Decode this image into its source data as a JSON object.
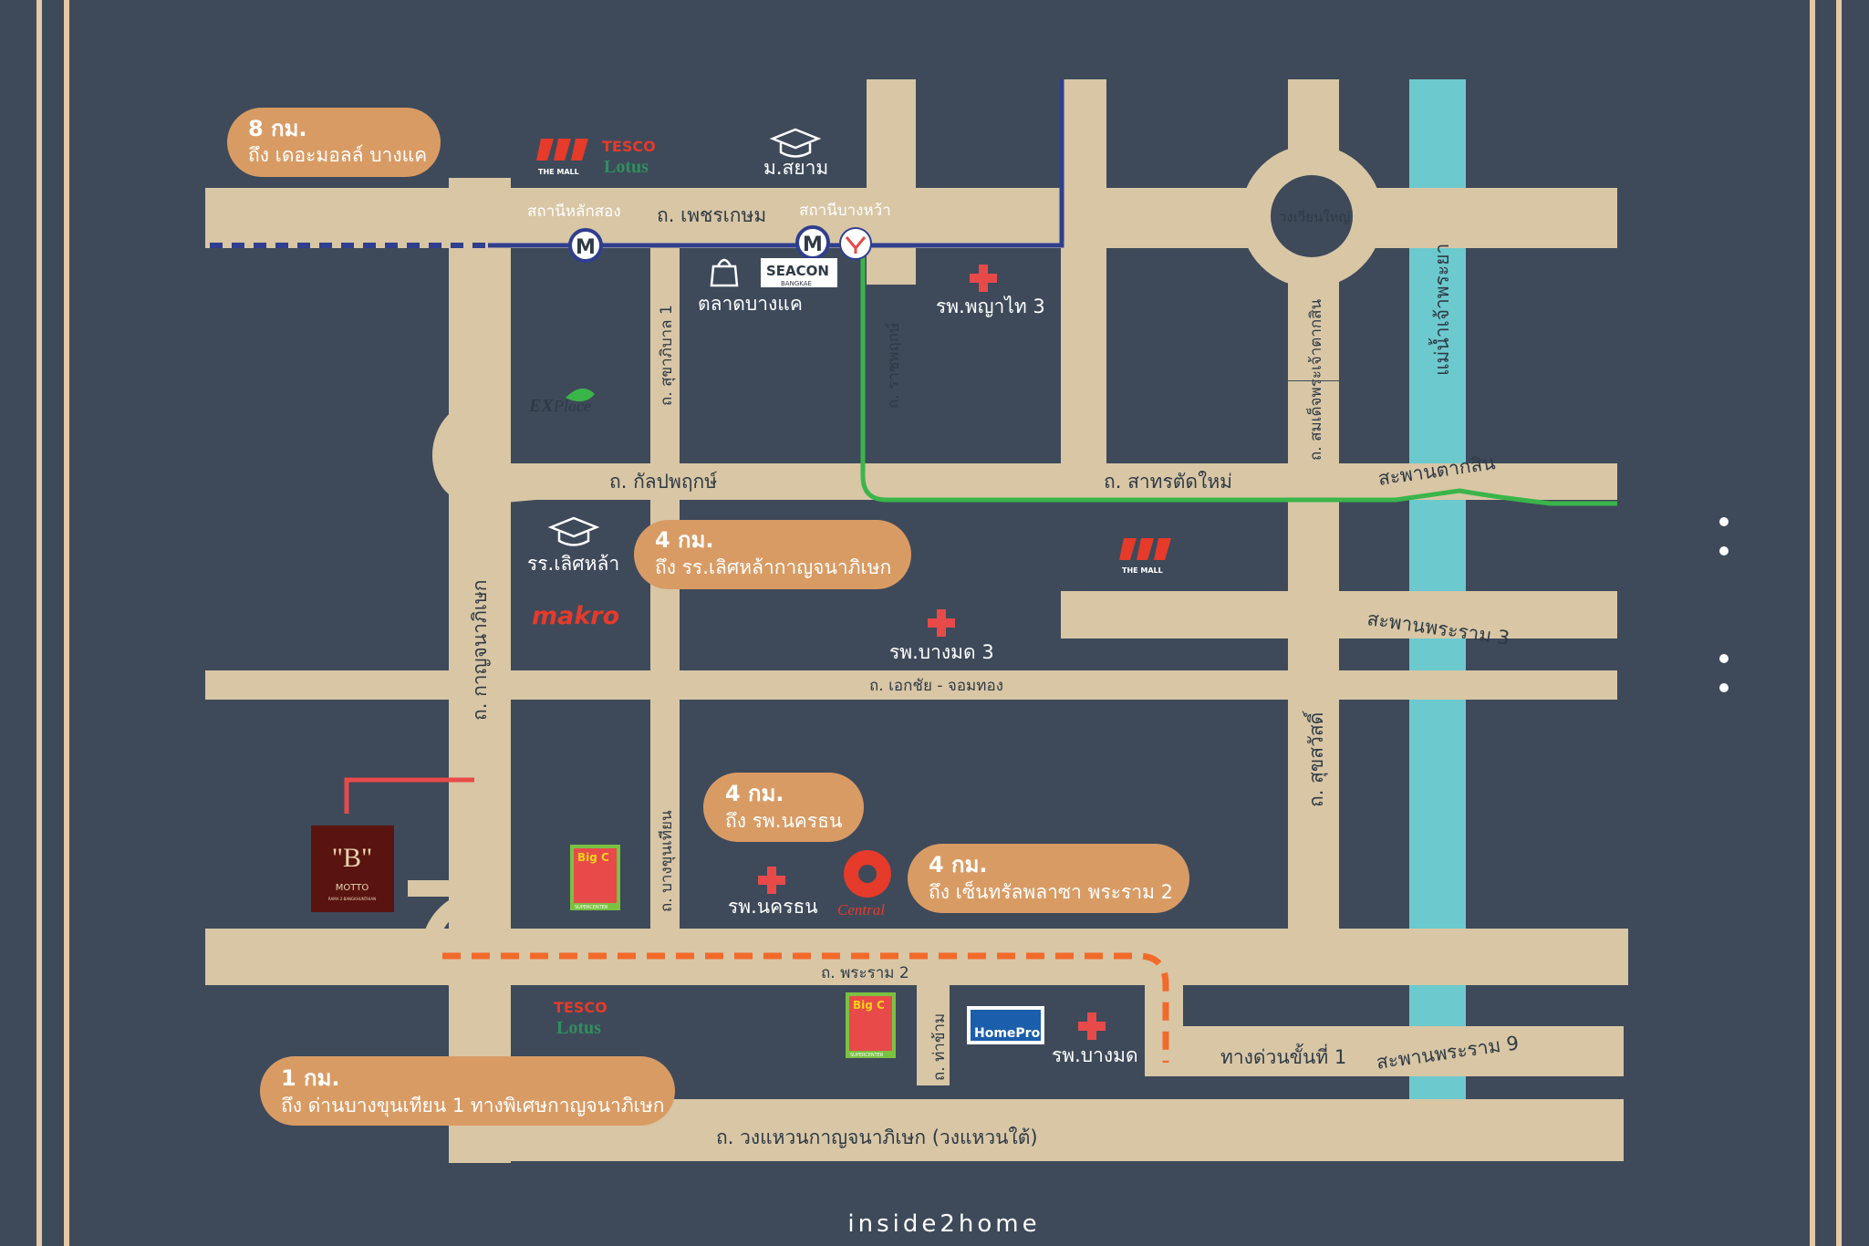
{
  "colors": {
    "background": "#3e4a5a",
    "road": "#d8c6a5",
    "callout": "#d99b64",
    "river": "#6cc9cd",
    "bts_line": "#2f3e8e",
    "arl_line": "#3ab54a",
    "route_dash": "#f26a2a",
    "hospital": "#e84a4a"
  },
  "callouts": [
    {
      "distance": "8 กม.",
      "text": "ถึง เดอะมอลล์ บางแค"
    },
    {
      "distance": "4 กม.",
      "text": "ถึง รร.เลิศหล้ากาญจนาภิเษก"
    },
    {
      "distance": "4 กม.",
      "text": "ถึง รพ.นครธน"
    },
    {
      "distance": "4 กม.",
      "text": "ถึง เซ็นทรัลพลาซา พระราม 2"
    },
    {
      "distance": "1 กม.",
      "text": "ถึง ด่านบางขุนเทียน 1 ทางพิเศษกาญจนาภิเษก"
    }
  ],
  "roads": {
    "phetkasem": "ถ. เพชรเกษม",
    "kanlapaphruek": "ถ. กัลปพฤกษ์",
    "sathon_new": "ถ. สาทรตัดใหม่",
    "ekachai": "ถ. เอกชัย - จอมทอง",
    "rama2": "ถ. พระราม 2",
    "ring": "ถ. วงแหวนกาญจนาภิเษก (วงแหวนใต้)",
    "kanchana": "ถ. กาญจนาภิเษก",
    "sukhaphiban1": "ถ. สุขาภิบาล 1",
    "ratchaphruek": "ถ. ราชพฤกษ์",
    "taksin": "ถ. สมเด็จพระเจ้าตากสิน",
    "suksawat": "ถ. สุขสวัสดิ์",
    "bangkhunthian": "ถ. บางขุนเทียน",
    "thakham": "ถ. ท่าข้าม",
    "expressway": "ทางด่วนขั้นที่ 1"
  },
  "bridges": {
    "taksin": "สะพานตากสิน",
    "rama3": "สะพานพระราม 3",
    "rama9": "สะพานพระราม 9"
  },
  "landmarks": {
    "wongwian": "วงเวียนใหญ่",
    "river": "แม่น้ำเจ้าพระยา",
    "station_laksong": "สถานีหลักสอง",
    "station_bangwa": "สถานีบางหว้า",
    "siam_uni": "ม.สยาม",
    "bangkhae_market": "ตลาดบางแค",
    "phyathai3": "รพ.พญาไท 3",
    "lertla": "รร.เลิศหล้า",
    "bangmod3": "รพ.บางมด 3",
    "nakornthon": "รพ.นครธน",
    "bangmod": "รพ.บางมด"
  },
  "brands": {
    "the_mall": "THE MALL",
    "tesco": "TESCO",
    "lotus": "Lotus",
    "seacon": "SEACON",
    "seacon_sub": "BANGKAE",
    "explace_ex": "EX",
    "explace_place": "Place",
    "makro": "makro",
    "bigc": "Big C",
    "bigc_sub": "SUPERCENTER",
    "homepro": "HomePro",
    "central": "Central",
    "motto_b": "\"B\"",
    "motto": "MOTTO",
    "motto_sub": "RAMA 2-BANGKHUNTHIAN",
    "mrt_symbol": "M"
  },
  "footer": "inside2home"
}
